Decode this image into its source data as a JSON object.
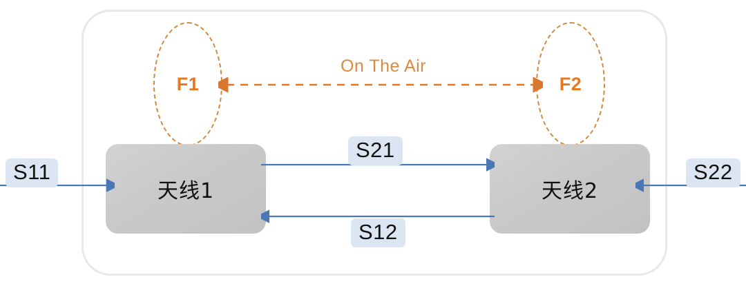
{
  "diagram": {
    "title": "Antenna S-parameter / Over-The-Air Diagram",
    "outer_frame_name": "system-boundary",
    "colors": {
      "frame_border": "#e8e8e8",
      "antenna_fill": "#c9c9c9",
      "antenna_text": "#111111",
      "ellipse_border": "#cf8a3f",
      "freq_text": "#e8791e",
      "air_text": "#d98a43",
      "connector_line": "#4a78b5",
      "badge_fill": "#dce6f2",
      "badge_text": "#111111"
    }
  },
  "antennas": [
    {
      "id": "antenna1",
      "label": "天线1"
    },
    {
      "id": "antenna2",
      "label": "天线2"
    }
  ],
  "frequencies": [
    {
      "id": "f1",
      "label": "F1"
    },
    {
      "id": "f2",
      "label": "F2"
    }
  ],
  "air_link": {
    "label": "On The Air",
    "style": "dashed",
    "direction": "bidirectional",
    "from": "F2",
    "to": "F1"
  },
  "s_parameters": [
    {
      "id": "s11",
      "label": "S11",
      "direction": "into-antenna1",
      "arrow": "right",
      "target": "天线1"
    },
    {
      "id": "s21",
      "label": "S21",
      "direction": "antenna1-to-antenna2",
      "arrow": "right",
      "target": "天线2"
    },
    {
      "id": "s12",
      "label": "S12",
      "direction": "antenna2-to-antenna1",
      "arrow": "left",
      "target": "天线1"
    },
    {
      "id": "s22",
      "label": "S22",
      "direction": "into-antenna2",
      "arrow": "left",
      "target": "天线2"
    }
  ]
}
